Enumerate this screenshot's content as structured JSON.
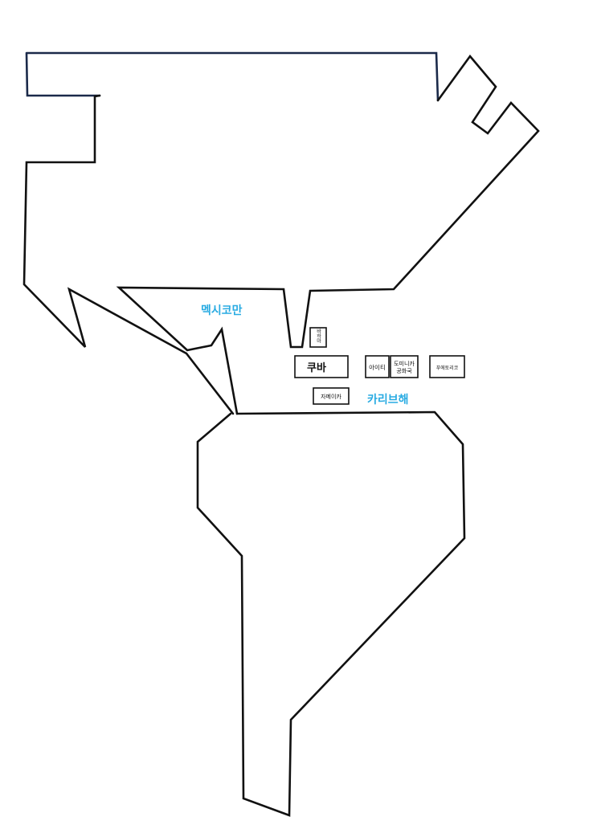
{
  "map": {
    "colors": {
      "water_label": "#29abe2",
      "outline": "#111111",
      "north_border": "#1b2a4a",
      "background": "#ffffff"
    },
    "water_bodies": {
      "gulf_of_mexico": "멕시코만",
      "caribbean_sea": "카리브해"
    },
    "islands": {
      "bahamas": "바하마",
      "cuba": "쿠바",
      "haiti": "아이티",
      "dominican_republic_line1": "도미니카",
      "dominican_republic_line2": "공화국",
      "puerto_rico": "푸에토리코",
      "jamaica": "자메이카"
    }
  }
}
